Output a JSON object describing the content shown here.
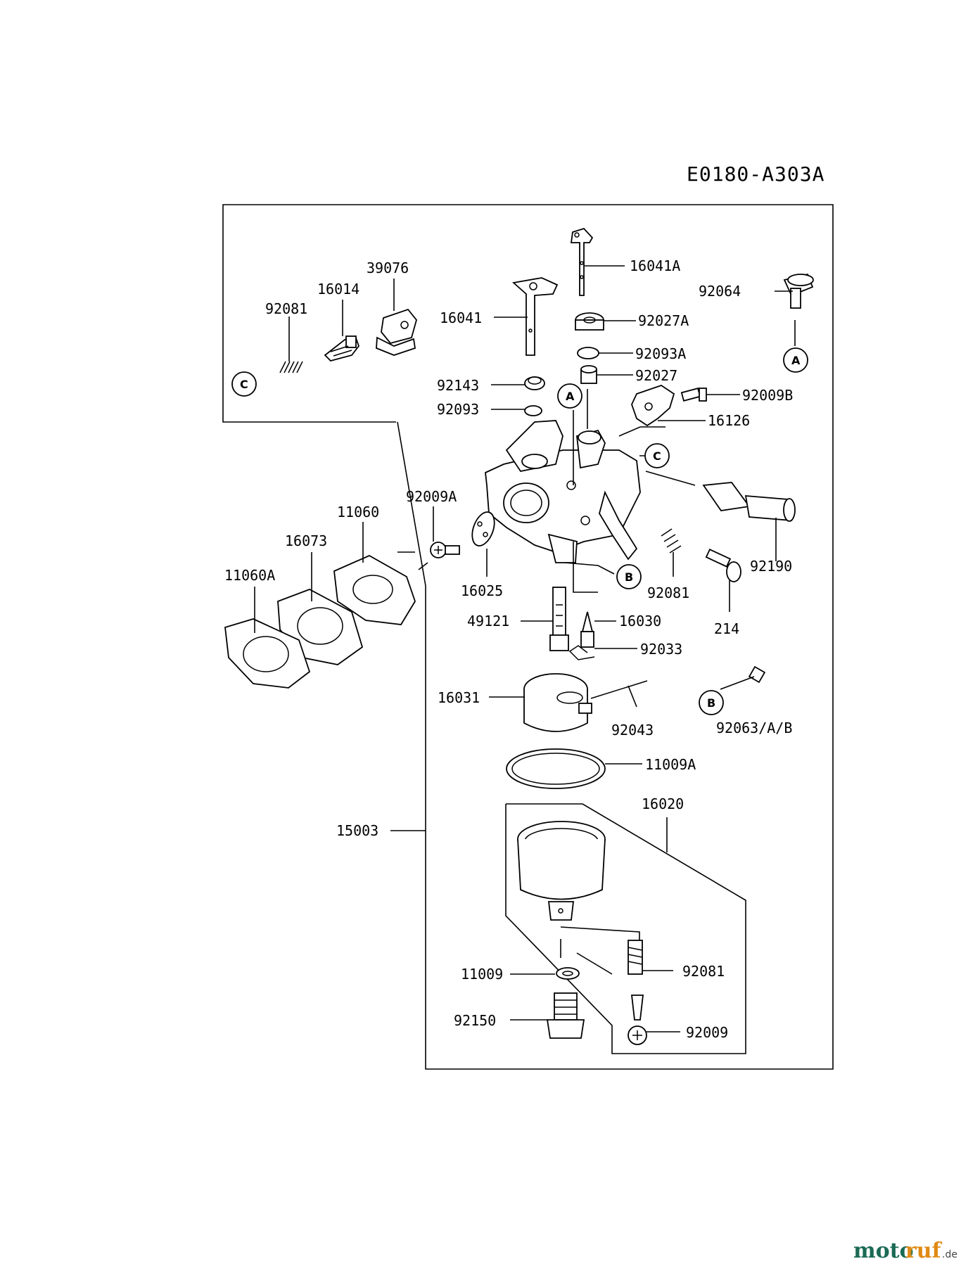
{
  "diagram_code": "E0180-A303A",
  "labels": {
    "l16041A": "16041A",
    "l92064": "92064",
    "l39076": "39076",
    "l16014": "16014",
    "l92081a": "92081",
    "l16041": "16041",
    "l92027A": "92027A",
    "l92093A": "92093A",
    "l92027": "92027",
    "l92143": "92143",
    "l92009B": "92009B",
    "l92093": "92093",
    "l16126": "16126",
    "l92009A": "92009A",
    "l11060": "11060",
    "l16073": "16073",
    "l11060A": "11060A",
    "l16025": "16025",
    "l92081b": "92081",
    "l92190": "92190",
    "l49121": "49121",
    "l16030": "16030",
    "l214": "214",
    "l92033": "92033",
    "l16031": "16031",
    "l92043": "92043",
    "l92063": "92063/A/B",
    "l11009A": "11009A",
    "l16020": "16020",
    "l15003": "15003",
    "l11009": "11009",
    "l92081c": "92081",
    "l92150": "92150",
    "l92009": "92009"
  },
  "refs": {
    "A": "A",
    "B": "B",
    "C": "C"
  },
  "watermark": {
    "part1": "moto",
    "part2": "ruf",
    "suffix": ".de"
  }
}
